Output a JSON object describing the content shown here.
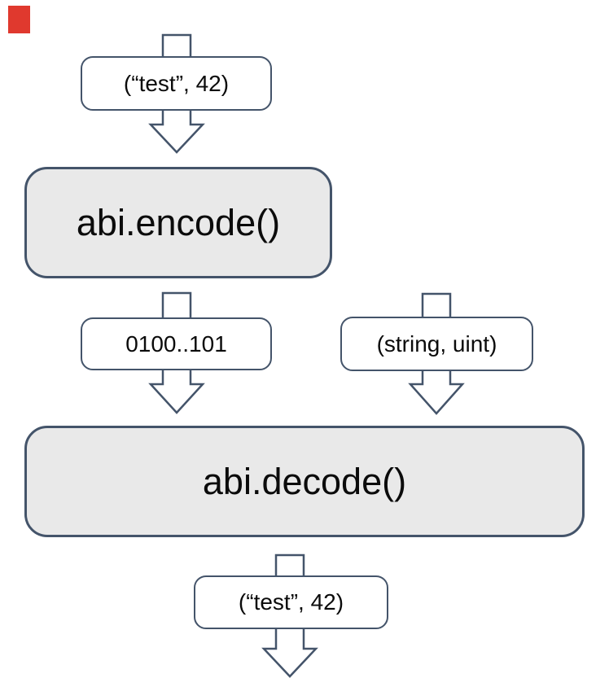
{
  "diagram": {
    "nodes": {
      "top_input": {
        "label": "(“test”, 42)"
      },
      "encode": {
        "label": "abi.encode()"
      },
      "encoded_bytes": {
        "label": "0100..101"
      },
      "types": {
        "label": "(string, uint)"
      },
      "decode": {
        "label": "abi.decode()"
      },
      "output": {
        "label": "(“test”, 42)"
      }
    },
    "colors": {
      "outline": "#44546A",
      "process_fill": "#E9E9E9",
      "label_fill": "#FFFFFF",
      "marker_red": "#E0392E"
    }
  }
}
